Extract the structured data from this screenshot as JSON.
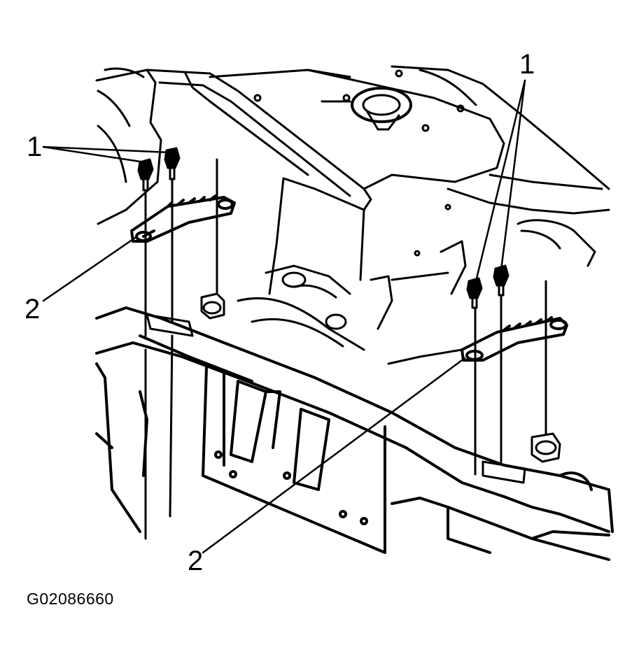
{
  "callouts": {
    "bolt_left": "1",
    "bolt_right": "1",
    "bracket_left": "2",
    "bracket_right": "2"
  },
  "figure_id": "G02086660",
  "colors": {
    "ink": "#000000",
    "paper": "#ffffff"
  }
}
